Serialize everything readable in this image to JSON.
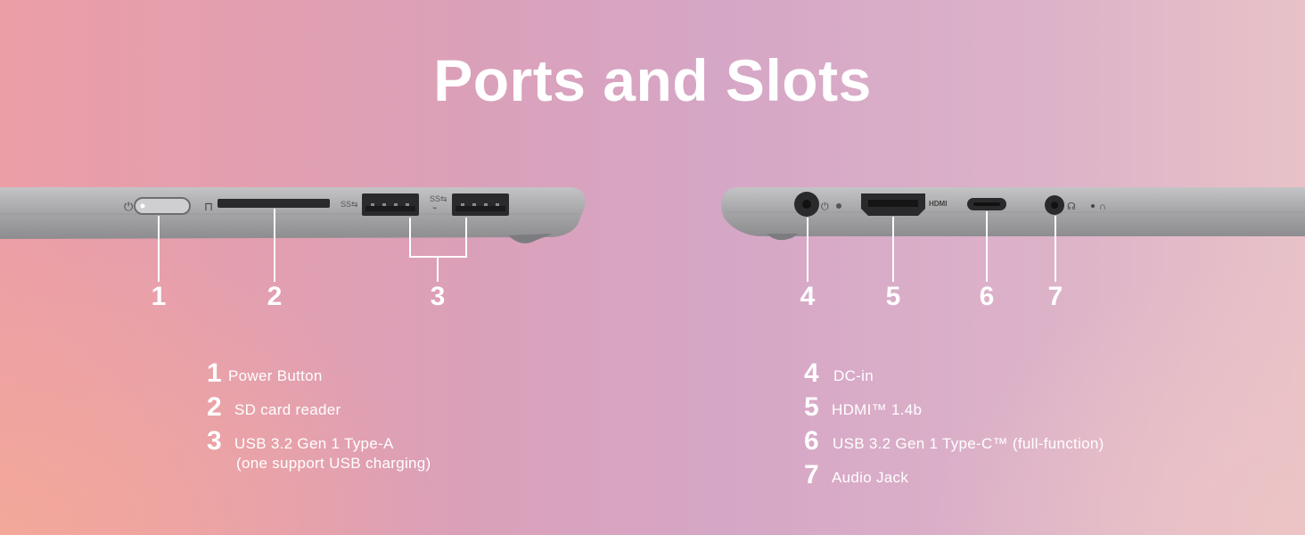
{
  "page": {
    "title": "Ports and Slots"
  },
  "labels": {
    "hdmi_port_text": "HDMI"
  },
  "callouts": [
    "1",
    "2",
    "3",
    "4",
    "5",
    "6",
    "7"
  ],
  "legend_left": [
    {
      "num": "1",
      "text": "Power Button"
    },
    {
      "num": "2",
      "text": "SD card reader"
    },
    {
      "num": "3",
      "text": "USB 3.2 Gen 1 Type-A",
      "text2": "(one support USB charging)"
    }
  ],
  "legend_right": [
    {
      "num": "4",
      "text": "DC-in"
    },
    {
      "num": "5",
      "text": "HDMI™ 1.4b"
    },
    {
      "num": "6",
      "text": "USB 3.2 Gen 1 Type-C™ (full-function)"
    },
    {
      "num": "7",
      "text": "Audio Jack"
    }
  ],
  "colors": {
    "text": "#ffffff",
    "laptop_body": "#a9a9ab",
    "port_dark": "#2a2a2c"
  }
}
